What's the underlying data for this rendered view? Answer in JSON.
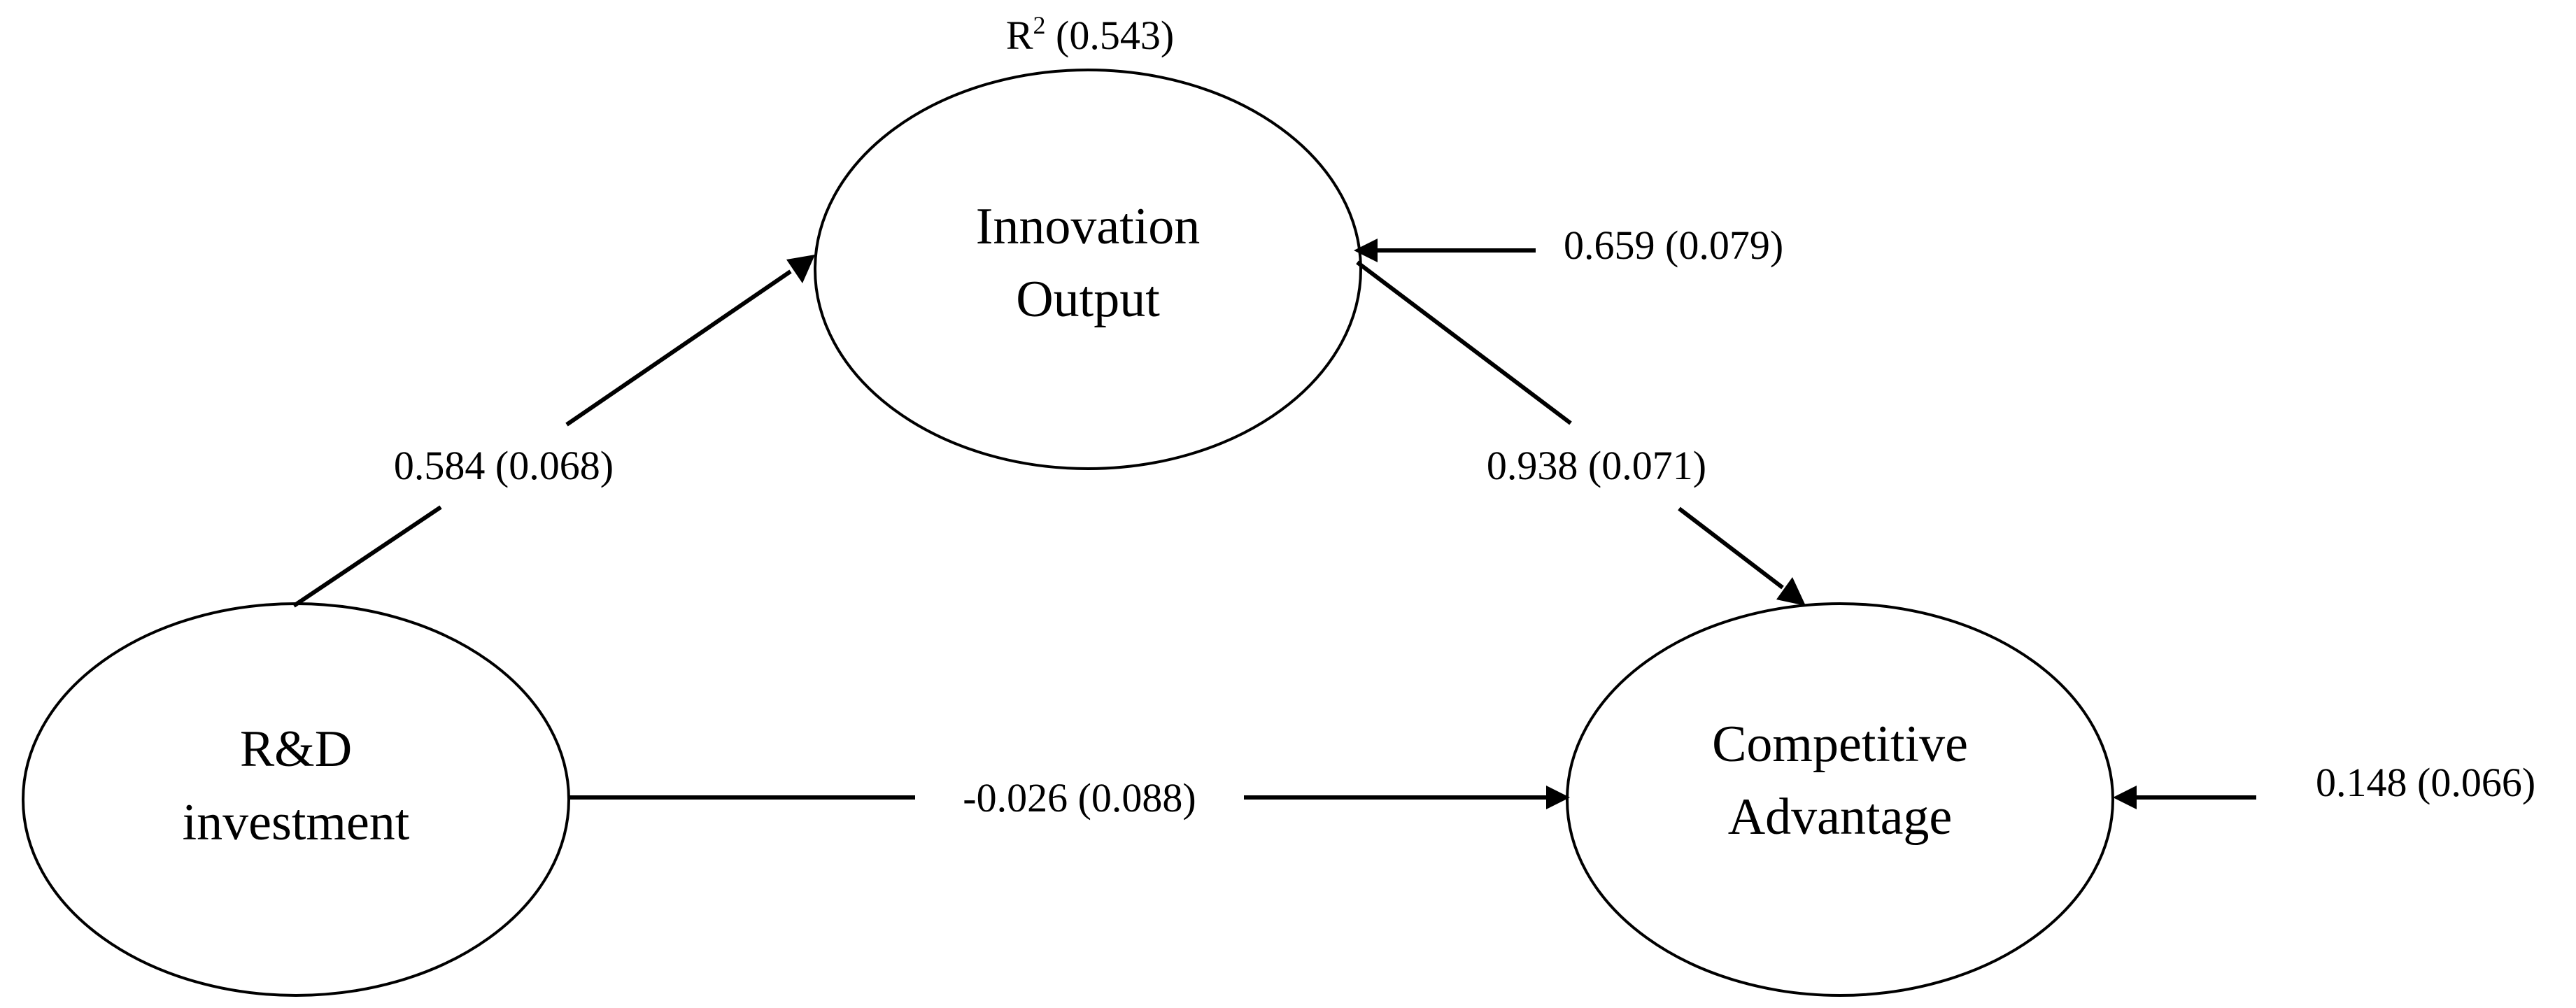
{
  "nodes": {
    "innovation_output": {
      "line1": "Innovation",
      "line2": "Output"
    },
    "rd_investment": {
      "line1": "R&D",
      "line2": "investment"
    },
    "competitive_advantage": {
      "line1": "Competitive",
      "line2": "Advantage"
    }
  },
  "r_squared": {
    "symbol": "R",
    "superscript": "2",
    "value": "(0.543)"
  },
  "paths": {
    "rd_to_innovation": "0.584 (0.068)",
    "innovation_to_competitive": "0.938 (0.071)",
    "rd_to_competitive": "-0.026 (0.088)"
  },
  "residuals": {
    "innovation_output": "0.659 (0.079)",
    "competitive_advantage": "0.148 (0.066)"
  }
}
